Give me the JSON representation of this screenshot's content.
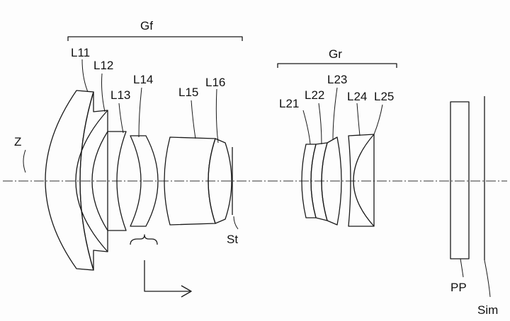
{
  "groups": {
    "front": "Gf",
    "rear": "Gr"
  },
  "axis_label": "Z",
  "lenses": {
    "l11": "L11",
    "l12": "L12",
    "l13": "L13",
    "l14": "L14",
    "l15": "L15",
    "l16": "L16",
    "l21": "L21",
    "l22": "L22",
    "l23": "L23",
    "l24": "L24",
    "l25": "L25"
  },
  "stop": "St",
  "plate": "PP",
  "image_plane": "Sim"
}
